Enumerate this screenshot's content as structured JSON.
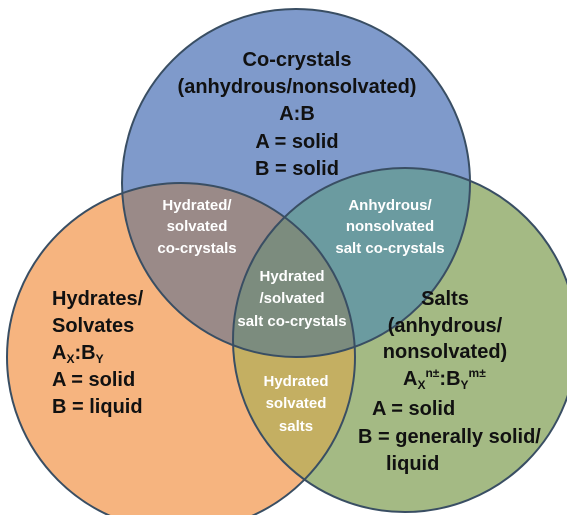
{
  "sets": {
    "cocrystals": {
      "lines": [
        "Co-crystals",
        "(anhydrous/nonsolvated)",
        "A:B",
        "A = solid",
        "B = solid"
      ],
      "color": "#7F9ACB"
    },
    "hydrates": {
      "line1": "Hydrates/",
      "line2": "Solvates",
      "formula": {
        "a": "A",
        "a_sub": "X",
        "sep": ":",
        "b": "B",
        "b_sub": "Y"
      },
      "line4": "A = solid",
      "line5": "B = liquid",
      "color": "#F6B47F"
    },
    "salts": {
      "line1": "Salts",
      "line2": "(anhydrous/",
      "line3": "nonsolvated)",
      "formula": {
        "a": "A",
        "a_sub": "X",
        "a_sup": "n±",
        "sep": ":",
        "b": "B",
        "b_sub": "Y",
        "b_sup": "m±"
      },
      "line5": "A = solid",
      "line6": "B = generally solid/",
      "line7": "liquid",
      "color": "#A4BA84"
    }
  },
  "overlaps": {
    "cocrystals_hydrates": {
      "lines": [
        "Hydrated/",
        "solvated",
        "co-crystals"
      ],
      "color": "#9A8A88"
    },
    "cocrystals_salts": {
      "lines": [
        "Anhydrous/",
        "nonsolvated",
        "salt co-crystals"
      ],
      "color": "#6B9BA0"
    },
    "hydrates_salts": {
      "lines": [
        "Hydrated",
        "solvated",
        "salts"
      ],
      "color": "#C4AF62"
    },
    "all_three": {
      "lines": [
        "Hydrated",
        "/solvated",
        "salt co-crystals"
      ],
      "color": "#7C8C7E"
    }
  },
  "colors": {
    "outline": "#394E63",
    "dark_text": "#111111",
    "light_text": "#FFFFFF"
  }
}
